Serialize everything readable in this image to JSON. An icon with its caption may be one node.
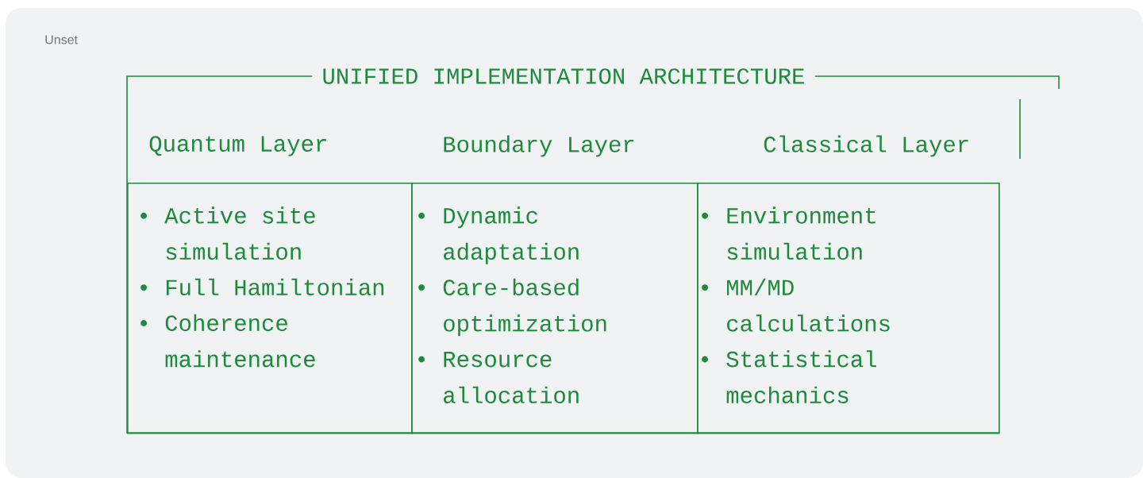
{
  "diagram": {
    "nodes": [
      {
        "text": [
          "UNIFIED IMPLEMENTATION ARCHITECTURE"
        ]
      },
      {
        "text": [
          "Quantum Layer",
          "• Active site simulation",
          "• Full Hamiltonian",
          "• Coherence maintenance"
        ],
        "in": 0
      },
      {
        "text": [
          "Boundary Layer",
          "• Dynamic adaptation",
          "• Care-based optimization",
          "• Resource allocation"
        ],
        "in": 0
      },
      {
        "text": [
          "Classical Layer",
          "• Environment simulation",
          "• MM/MD calculations",
          "• Statistical mechanics"
        ],
        "in": 0
      }
    ],
    "labels": [
      "Unset"
    ]
  }
}
